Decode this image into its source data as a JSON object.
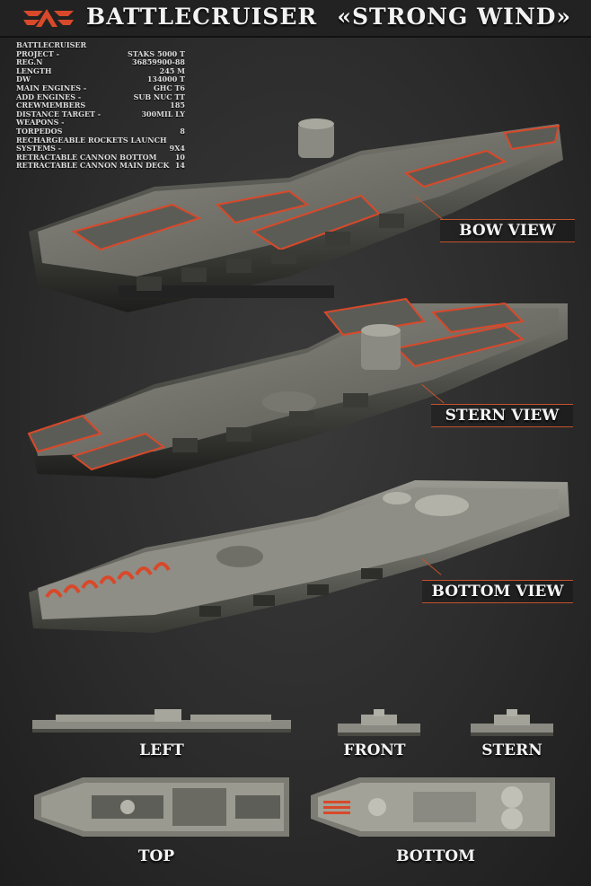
{
  "header": {
    "title_left": "BATTLECRUISER",
    "title_right": "«STRONG WIND»",
    "logo_icon": "faction-logo-icon",
    "accent_color": "#d8492a"
  },
  "specs": {
    "heading": "BATTLECRUISER",
    "rows": [
      {
        "label": "PROJECT -",
        "value": "STAKS 5000 T"
      },
      {
        "label": "REG.N",
        "value": "36859900-88"
      },
      {
        "label": "LENGTH",
        "value": "245 M"
      },
      {
        "label": "DW",
        "value": "134000 T"
      },
      {
        "label": "MAIN ENGINES -",
        "value": "GHC T6"
      },
      {
        "label": "ADD ENGINES -",
        "value": "SUB NUC TT"
      },
      {
        "label": "CREWMEMBERS",
        "value": "185"
      },
      {
        "label": "DISTANCE TARGET -",
        "value": "300MIL LY"
      },
      {
        "label": "WEAPONS -",
        "value": ""
      },
      {
        "label": "TORPEDOS",
        "value": "8"
      },
      {
        "label": "RECHARGEABLE ROCKETS LAUNCH",
        "value": ""
      },
      {
        "label": "SYSTEMS -",
        "value": "9X4"
      },
      {
        "label": "RETRACTABLE CANNON BOTTOM",
        "value": "10"
      },
      {
        "label": "RETRACTABLE CANNON MAIN DECK",
        "value": "14"
      }
    ]
  },
  "views": {
    "bow": "BOW  VIEW",
    "stern": "STERN VIEW",
    "bottom": "BOTTOM VIEW"
  },
  "orthographic": {
    "left": "LEFT",
    "front": "FRONT",
    "stern": "STERN",
    "top": "TOP",
    "bottom": "BOTTOM"
  }
}
